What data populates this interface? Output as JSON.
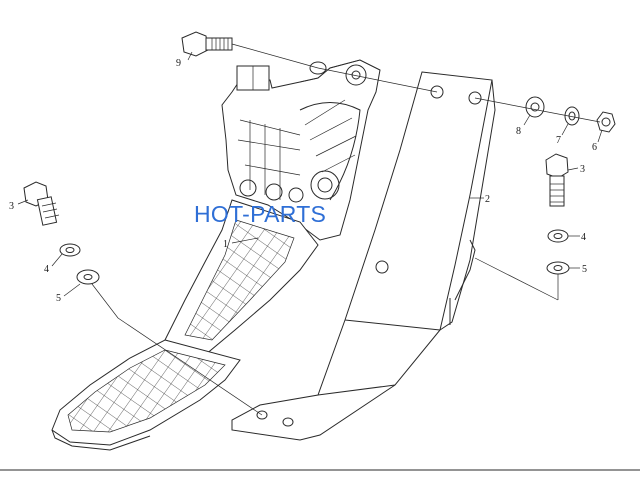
{
  "watermark": "HOT-PARTS",
  "watermark_color": "#2f6fd6",
  "callouts": {
    "c1": "1",
    "c2": "2",
    "c3a": "3",
    "c3b": "3",
    "c4a": "4",
    "c4b": "4",
    "c5a": "5",
    "c5b": "5",
    "c6": "6",
    "c7": "7",
    "c8": "8",
    "c9": "9"
  }
}
